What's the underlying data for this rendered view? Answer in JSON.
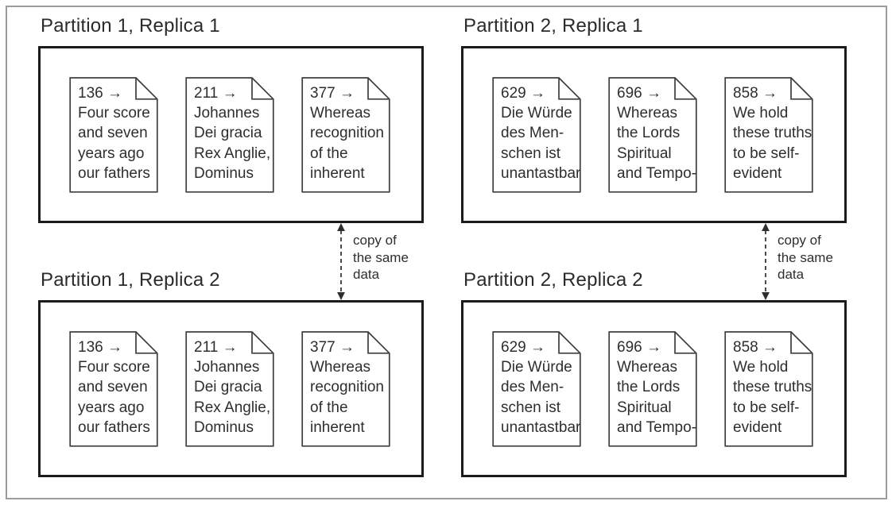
{
  "colors": {
    "ink": "#2e2e2e",
    "box_border": "#1b1b1b",
    "doc_border": "#3e3e3e",
    "frame_border": "#9c9c9c",
    "background": "#ffffff"
  },
  "groups": [
    {
      "title": "Partition 1, Replica 1",
      "docs": [
        {
          "key_line": "136 →",
          "lines": [
            "Four score",
            "and seven",
            "years ago",
            "our fathers"
          ]
        },
        {
          "key_line": "211 →",
          "lines": [
            "Johannes",
            "Dei gracia",
            "Rex Anglie,",
            "Dominus"
          ]
        },
        {
          "key_line": "377 →",
          "lines": [
            "Whereas",
            "recognition",
            "of the",
            "inherent"
          ]
        }
      ]
    },
    {
      "title": "Partition 2, Replica 1",
      "docs": [
        {
          "key_line": "629 →",
          "lines": [
            "Die Würde",
            "des Men-",
            "schen ist",
            "unantastbar"
          ]
        },
        {
          "key_line": "696 →",
          "lines": [
            "Whereas",
            "the Lords",
            "Spiritual",
            "and Tempo-"
          ]
        },
        {
          "key_line": "858 →",
          "lines": [
            "We hold",
            "these truths",
            "to be self-",
            "evident"
          ]
        }
      ]
    },
    {
      "title": "Partition 1, Replica 2",
      "docs": [
        {
          "key_line": "136 →",
          "lines": [
            "Four score",
            "and seven",
            "years ago",
            "our fathers"
          ]
        },
        {
          "key_line": "211 →",
          "lines": [
            "Johannes",
            "Dei gracia",
            "Rex Anglie,",
            "Dominus"
          ]
        },
        {
          "key_line": "377 →",
          "lines": [
            "Whereas",
            "recognition",
            "of the",
            "inherent"
          ]
        }
      ]
    },
    {
      "title": "Partition 2, Replica 2",
      "docs": [
        {
          "key_line": "629 →",
          "lines": [
            "Die Würde",
            "des Men-",
            "schen ist",
            "unantastbar"
          ]
        },
        {
          "key_line": "696 →",
          "lines": [
            "Whereas",
            "the Lords",
            "Spiritual",
            "and Tempo-"
          ]
        },
        {
          "key_line": "858 →",
          "lines": [
            "We hold",
            "these truths",
            "to be self-",
            "evident"
          ]
        }
      ]
    }
  ],
  "connectors": [
    {
      "label": "copy of\nthe same\ndata"
    },
    {
      "label": "copy of\nthe same\ndata"
    }
  ]
}
